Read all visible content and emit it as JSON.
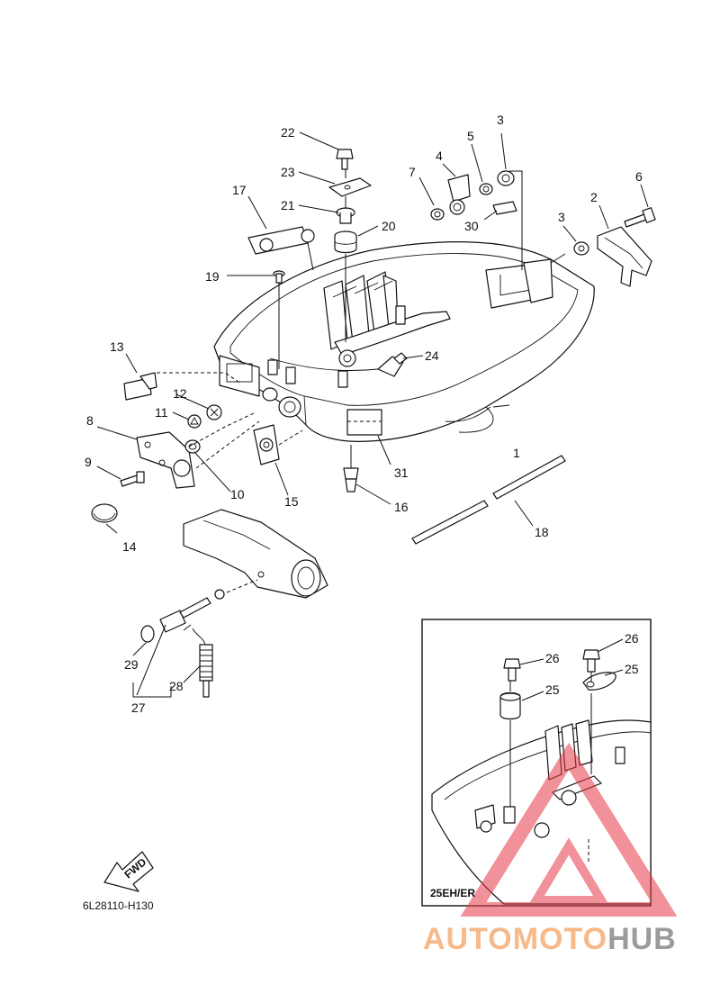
{
  "diagram": {
    "callouts": {
      "c1": "1",
      "c2": "2",
      "c3a": "3",
      "c3b": "3",
      "c4": "4",
      "c5": "5",
      "c6": "6",
      "c7": "7",
      "c8": "8",
      "c9": "9",
      "c10": "10",
      "c11": "11",
      "c12": "12",
      "c13": "13",
      "c14": "14",
      "c15": "15",
      "c16": "16",
      "c17": "17",
      "c18": "18",
      "c19": "19",
      "c20": "20",
      "c21": "21",
      "c22": "22",
      "c23": "23",
      "c24": "24",
      "c25a": "25",
      "c25b": "25",
      "c26a": "26",
      "c26b": "26",
      "c27": "27",
      "c28": "28",
      "c29": "29",
      "c30": "30",
      "c31": "31"
    },
    "inset_label": "25EH/ER",
    "fwd_label": "FWD",
    "drawing_code": "6L28110-H130"
  },
  "watermark": {
    "part1": "AUTOMOTO",
    "part2": "HUB",
    "color_primary": "#f4a261",
    "color_secondary": "#8a8a8a",
    "triangle_color": "#e63946"
  }
}
